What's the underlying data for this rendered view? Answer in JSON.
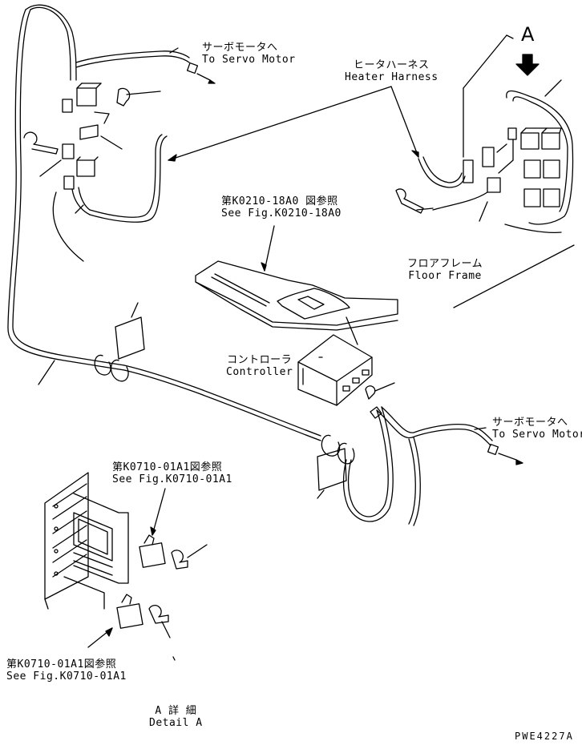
{
  "labels": {
    "servo_top": {
      "jp": "サーボモータへ",
      "en": "To Servo Motor"
    },
    "heater": {
      "jp": "ヒータハーネス",
      "en": "Heater Harness"
    },
    "detail_letter": "A",
    "see_k0210": {
      "jp": "第K0210-18A0 図参照",
      "en": "See Fig.K0210-18A0"
    },
    "floor_frame": {
      "jp": "フロアフレーム",
      "en": "Floor Frame"
    },
    "controller": {
      "jp": "コントローラ",
      "en": "Controller"
    },
    "servo_right": {
      "jp": "サーボモータへ",
      "en": "To Servo Motor"
    },
    "see_k0710_upper": {
      "jp": "第K0710-01A1図参照",
      "en": "See Fig.K0710-01A1"
    },
    "see_k0710_lower": {
      "jp": "第K0710-01A1図参照",
      "en": "See Fig.K0710-01A1"
    },
    "detail_a": {
      "jp": "A 詳 細",
      "en": "Detail A"
    },
    "drawing_code": "PWE4227A"
  }
}
